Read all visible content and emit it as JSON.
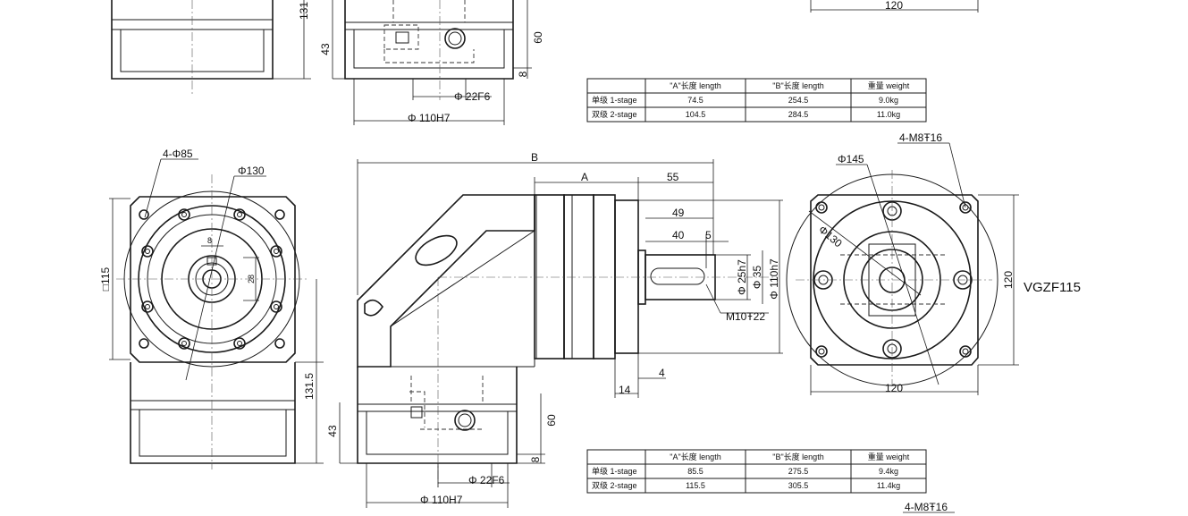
{
  "model_label": "VGZF115",
  "top_view": {
    "dim_131": "131",
    "dim_43": "43",
    "dim_60": "60",
    "dim_8": "8",
    "dim_shaft": "Φ 22F6",
    "dim_pilot": "Φ 110H7",
    "dim_width": "120"
  },
  "table_top": {
    "headers": [
      "\"A\"长度 length",
      "\"B\"长度  length",
      "重量 weight"
    ],
    "rows": [
      {
        "label": "单级 1-stage",
        "a": "74.5",
        "b": "254.5",
        "w": "9.0kg"
      },
      {
        "label": "双级 2-stage",
        "a": "104.5",
        "b": "284.5",
        "w": "11.0kg"
      }
    ]
  },
  "left_view": {
    "holes": "4-Φ85",
    "pcd": "Φ130",
    "square": "□115",
    "key": "8",
    "height_28": "28",
    "dim_131_5": "131.5",
    "dim_43": "43"
  },
  "middle_view": {
    "B": "B",
    "A": "A",
    "d55": "55",
    "d49": "49",
    "d40": "40",
    "d5": "5",
    "d25": "25",
    "shaft_d": "Φ 25h7",
    "collar_d": "Φ 35",
    "pilot_d": "Φ 110h7",
    "thread": "M10Ŧ22",
    "d4": "4",
    "d14": "14",
    "d60": "60",
    "d8": "8",
    "input_shaft": "Φ 22F6",
    "input_pilot": "Φ 110H7"
  },
  "right_view": {
    "holes": "4-M8Ŧ16",
    "pcd": "Φ145",
    "pcd2": "Φ130",
    "height": "120",
    "width": "120"
  },
  "table_bottom": {
    "headers": [
      "\"A\"长度 length",
      "\"B\"长度  length",
      "重量 weight"
    ],
    "rows": [
      {
        "label": "单级 1-stage",
        "a": "85.5",
        "b": "275.5",
        "w": "9.4kg"
      },
      {
        "label": "双级 2-stage",
        "a": "115.5",
        "b": "305.5",
        "w": "11.4kg"
      }
    ]
  },
  "bottom_note": "4-M8Ŧ16"
}
